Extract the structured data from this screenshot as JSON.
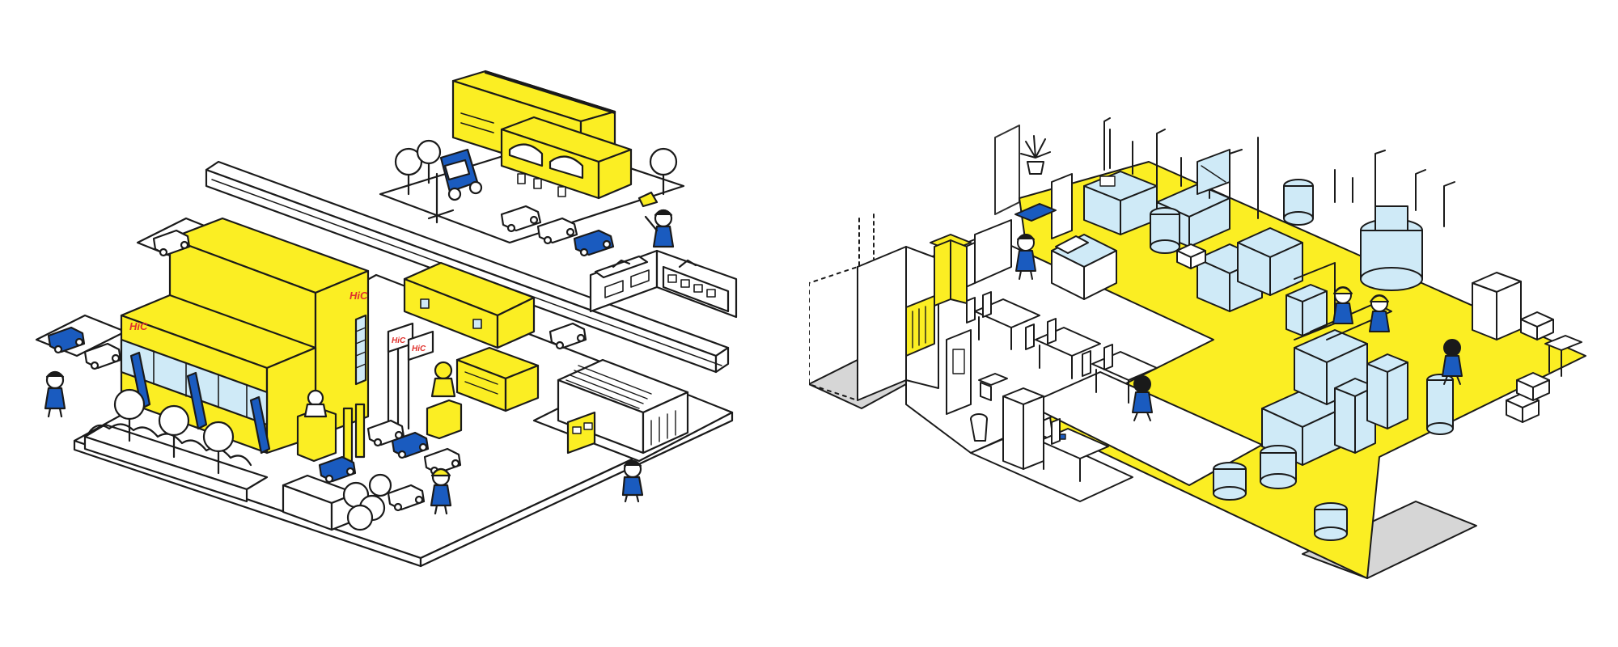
{
  "palette": {
    "yellow": "#fbee23",
    "blue": "#1a5bbf",
    "light_blue": "#cfeaf7",
    "gray": "#d6d6d6",
    "outline": "#1a1a1a",
    "white": "#ffffff",
    "logo_red": "#e0322d"
  },
  "left_panel": {
    "logo_texts": [
      "HiC",
      "HiC",
      "HiC",
      "HiC"
    ]
  },
  "right_panel": {}
}
